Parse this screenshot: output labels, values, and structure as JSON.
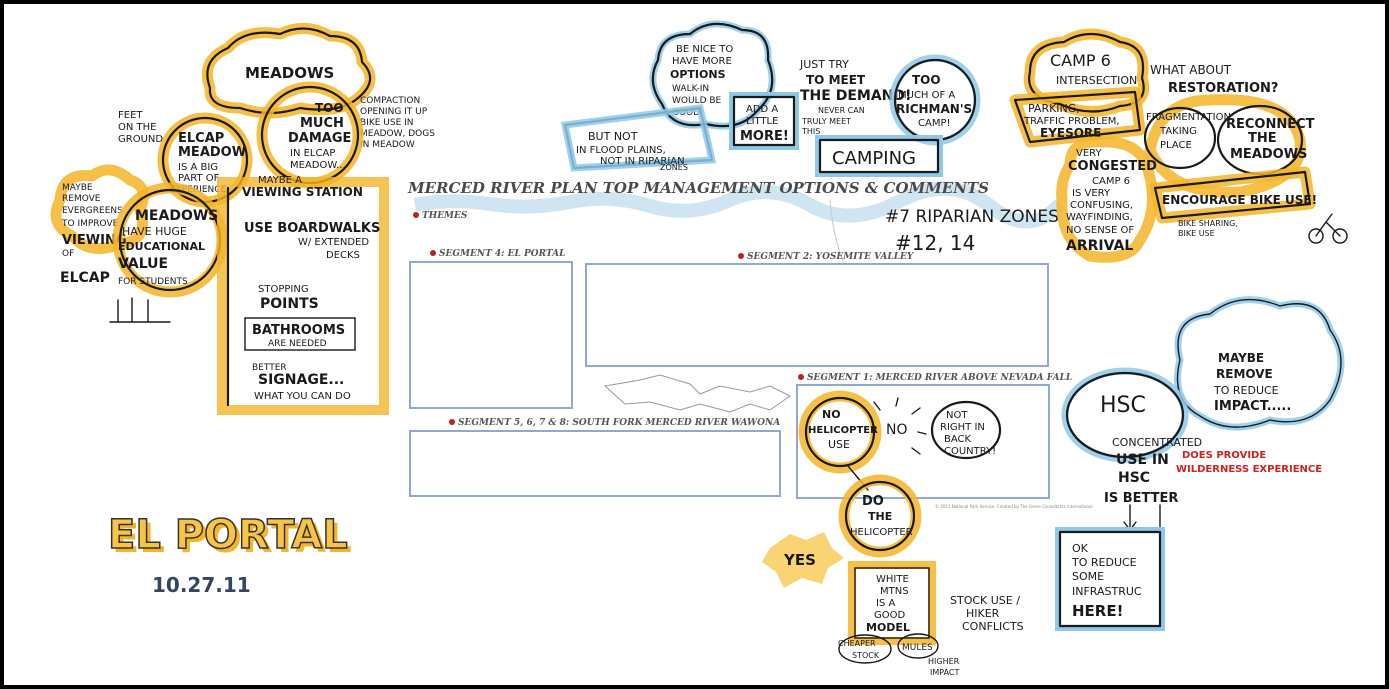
{
  "poster": {
    "title": "MERCED RIVER PLAN TOP MANAGEMENT OPTIONS & COMMENTS",
    "themes_label": "THEMES",
    "themes_note_1": "#7 RIPARIAN ZONES",
    "themes_note_2": "#12, 14",
    "segments": {
      "el_portal": "SEGMENT 4: EL PORTAL",
      "yosemite_valley": "SEGMENT 2: YOSEMITE VALLEY",
      "nevada_fall": "SEGMENT 1: MERCED RIVER ABOVE NEVADA FALL",
      "wawona": "SEGMENT 5, 6, 7 & 8: SOUTH FORK MERCED RIVER WAWONA"
    },
    "copyright": "© 2011 National Park Service. Created by The Grove Consultants International"
  },
  "location": {
    "name": "EL PORTAL",
    "date": "10.27.11"
  },
  "notes_left": {
    "meadows": "MEADOWS",
    "compaction": [
      "COMPACTION",
      "OPENING IT UP",
      "BIKE USE IN",
      "MEADOW, DOGS",
      "IN MEADOW"
    ],
    "feet": [
      "FEET",
      "ON THE",
      "GROUND"
    ],
    "elcap": [
      "ELCAP",
      "MEADOW",
      "IS A BIG",
      "PART OF",
      "EXPERIENCE"
    ],
    "too_much": [
      "TOO",
      "MUCH",
      "DAMAGE",
      "IN ELCAP",
      "MEADOW..."
    ],
    "maybe_remove": [
      "MAYBE",
      "REMOVE",
      "EVERGREENS",
      "TO IMPROVE",
      "VIEWING",
      "OF",
      "ELCAP"
    ],
    "meadows_value": [
      "MEADOWS",
      "HAVE HUGE",
      "EDUCATIONAL",
      "VALUE",
      "FOR STUDENTS"
    ],
    "list": [
      "MAYBE A",
      "VIEWING STATION",
      "USE BOARDWALKS",
      "W/ EXTENDED",
      "DECKS",
      "STOPPING",
      "POINTS",
      "BATHROOMS",
      "ARE NEEDED",
      "BETTER",
      "SIGNAGE...",
      "WHAT YOU CAN DO"
    ]
  },
  "notes_center": {
    "nice": [
      "BE NICE TO",
      "HAVE MORE",
      "OPTIONS",
      "WALK-IN",
      "WOULD BE",
      "GOOD"
    ],
    "flood": [
      "BUT NOT",
      "IN FLOOD PLAINS,",
      "NOT IN RIPARIAN",
      "ZONES"
    ],
    "add": [
      "ADD A",
      "LITTLE",
      "MORE!"
    ],
    "demand": [
      "JUST TRY",
      "TO MEET",
      "THE DEMAND!",
      "NEVER CAN",
      "TRULY MEET",
      "THIS"
    ],
    "rich": [
      "TOO",
      "MUCH OF A",
      "RICHMAN'S",
      "CAMP!"
    ],
    "camping": "CAMPING"
  },
  "notes_right": {
    "camp6": [
      "CAMP 6",
      "INTERSECTION"
    ],
    "parking": [
      "PARKING,",
      "TRAFFIC PROBLEM,",
      "EYESORE"
    ],
    "restoration": [
      "WHAT ABOUT",
      "RESTORATION?"
    ],
    "fragmentation": [
      "FRAGMENTATION",
      "TAKING",
      "PLACE"
    ],
    "reconnect": [
      "RECONNECT",
      "THE",
      "MEADOWS"
    ],
    "congested": [
      "VERY",
      "CONGESTED",
      "CAMP 6",
      "IS VERY",
      "CONFUSING,",
      "WAYFINDING,",
      "NO SENSE OF",
      "ARRIVAL"
    ],
    "bike": "ENCOURAGE BIKE USE!",
    "bike_sub": [
      "BIKE SHARING,",
      "BIKE USE"
    ],
    "maybe_remove_hsc": [
      "MAYBE",
      "REMOVE",
      "TO REDUCE",
      "IMPACT....."
    ],
    "hsc": "HSC",
    "concentrated": [
      "CONCENTRATED",
      "USE IN",
      "HSC",
      "IS BETTER"
    ],
    "wilderness": [
      "DOES PROVIDE",
      "WILDERNESS EXPERIENCE"
    ],
    "ok": [
      "OK",
      "TO REDUCE",
      "SOME",
      "INFRASTRUC",
      "HERE!"
    ]
  },
  "notes_bottom": {
    "no_heli": [
      "NO",
      "HELICOPTER",
      "USE"
    ],
    "no": "NO",
    "not_right": [
      "NOT",
      "RIGHT IN",
      "BACK",
      "COUNTRY!"
    ],
    "do": [
      "DO",
      "THE",
      "HELICOPTER"
    ],
    "yes": "YES",
    "white": [
      "WHITE",
      "MTNS",
      "IS A",
      "GOOD",
      "MODEL"
    ],
    "stock": [
      "STOCK USE /",
      "HIKER",
      "CONFLICTS"
    ],
    "cheaper": [
      "CHEAPER",
      "STOCK"
    ],
    "mules": "MULES",
    "higher": [
      "HIGHER",
      "IMPACT"
    ]
  }
}
